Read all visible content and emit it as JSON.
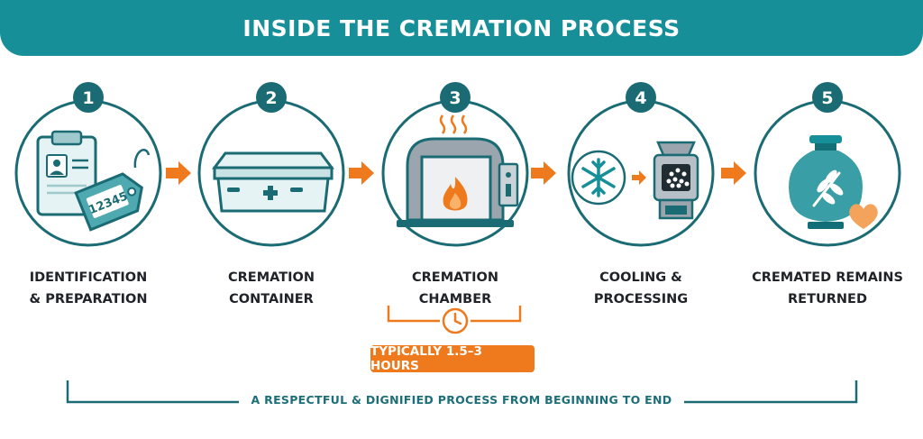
{
  "header": {
    "title": "INSIDE THE CREMATION PROCESS"
  },
  "steps": [
    {
      "number": "1",
      "line1": "IDENTIFICATION",
      "line2": "& PREPARATION",
      "tag_text": "12345"
    },
    {
      "number": "2",
      "line1": "CREMATION",
      "line2": "CONTAINER"
    },
    {
      "number": "3",
      "line1": "CREMATION",
      "line2": "CHAMBER"
    },
    {
      "number": "4",
      "line1": "COOLING &",
      "line2": "PROCESSING"
    },
    {
      "number": "5",
      "line1": "CREMATED REMAINS",
      "line2": "RETURNED"
    }
  ],
  "duration": {
    "label": "TYPICALLY 1.5–3 HOURS"
  },
  "footer": {
    "caption": "A RESPECTFUL & DIGNIFIED PROCESS FROM BEGINNING TO END"
  },
  "colors": {
    "teal": "#178f98",
    "dark_teal": "#1a6b74",
    "orange": "#ee7a1d",
    "light_teal": "#e6f3f4"
  },
  "icons": [
    "clipboard-icon",
    "id-tag-icon",
    "casket-icon",
    "furnace-icon",
    "flame-icon",
    "clock-icon",
    "snowflake-icon",
    "processor-icon",
    "urn-icon",
    "leaf-icon",
    "heart-icon",
    "arrow-right-icon"
  ]
}
